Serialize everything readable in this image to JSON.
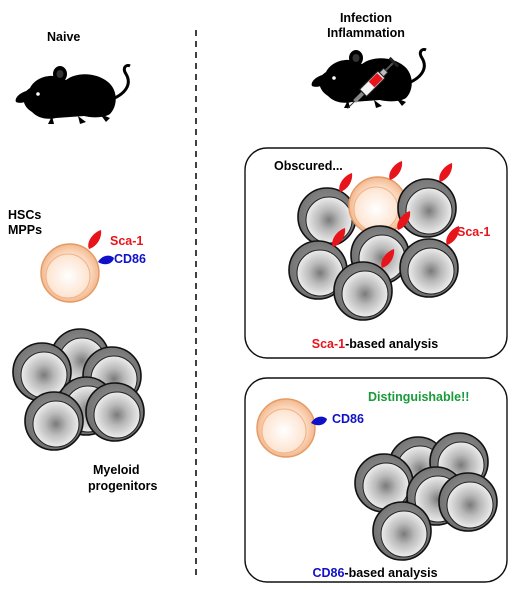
{
  "left": {
    "title": "Naive",
    "stem_label_line1": "HSCs",
    "stem_label_line2": "MPPs",
    "sca1_label": "Sca-1",
    "cd86_label": "CD86",
    "myeloid_line1": "Myeloid",
    "myeloid_line2": "progenitors"
  },
  "right": {
    "title_line1": "Infection",
    "title_line2": "Inflammation",
    "top_panel": {
      "note": "Obscured...",
      "sca1_label": "Sca-1",
      "caption_marker": "Sca-1",
      "caption_rest": "-based analysis"
    },
    "bottom_panel": {
      "note": "Distinguishable!!",
      "cd86_label": "CD86",
      "caption_marker": "CD86",
      "caption_rest": "-based analysis"
    }
  },
  "colors": {
    "sca1": "#e8141b",
    "cd86": "#1010c8",
    "distinguishable": "#1a9a3a",
    "stem_cell": "#f6c9a6",
    "progenitor": "#9a9a9a"
  },
  "icons": [
    "mouse-icon",
    "syringe-icon",
    "sca1-marker-icon",
    "cd86-marker-icon"
  ]
}
